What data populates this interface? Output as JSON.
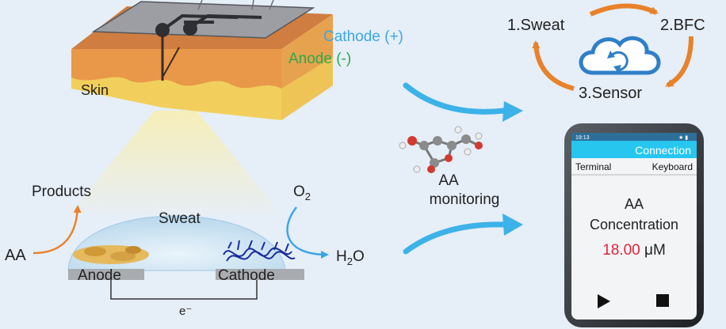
{
  "skin_label": "Skin",
  "electrode_labels": {
    "cathode": "Cathode (+)",
    "anode": "Anode (-)"
  },
  "cycle": {
    "step1": "1.Sweat",
    "step2": "2.BFC",
    "step3": "3.Sensor"
  },
  "reaction": {
    "products": "Products",
    "o2_base": "O",
    "o2_sub": "2",
    "sweat": "Sweat",
    "aa": "AA",
    "h2o_h": "H",
    "h2o_sub": "2",
    "h2o_o": "O",
    "anode": "Anode",
    "cathode": "Cathode",
    "electron": "e⁻"
  },
  "monitoring": {
    "line1": "AA",
    "line2": "monitoring"
  },
  "phone": {
    "status_time": "19:13",
    "status_icons": "★ ▮",
    "app_bar": "Connection",
    "tab_terminal": "Terminal",
    "tab_keyboard": "Keyboard",
    "title_line1": "AA",
    "title_line2": "Concentration",
    "value": "18.00",
    "unit": "μM"
  },
  "colors": {
    "background": "#e6eef8",
    "cathode_blue": "#3aa7e6",
    "anode_green": "#2ea84a",
    "cycle_orange": "#e8822a",
    "arrow_blue": "#3cb2e8",
    "value_red": "#e0243a",
    "cloud_blue": "#2f7fc8",
    "app_bar_cyan": "#27c6ef"
  },
  "icons": [
    "cloud-sync-icon",
    "play-icon",
    "stop-icon",
    "molecule-icon"
  ]
}
